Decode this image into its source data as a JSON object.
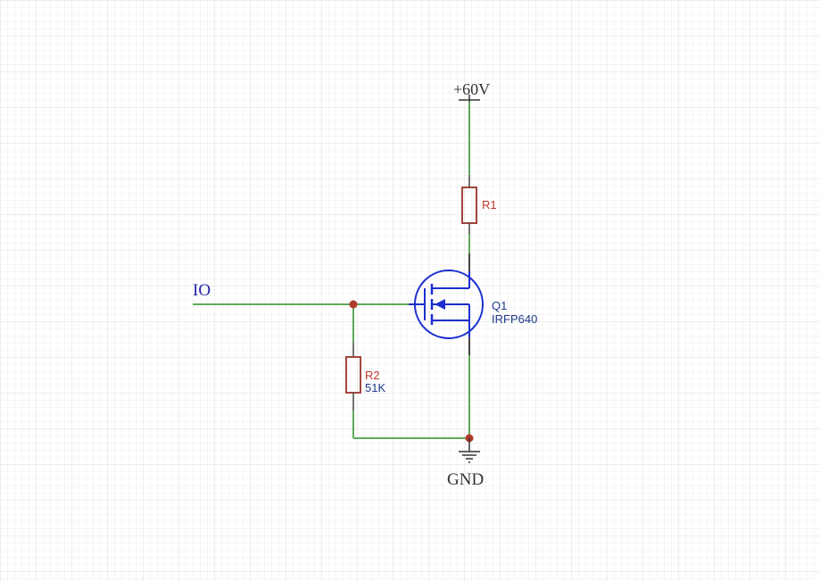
{
  "schematic": {
    "power": {
      "label": "+60V"
    },
    "ground": {
      "label": "GND"
    },
    "net_io": {
      "label": "IO"
    },
    "r1": {
      "designator": "R1"
    },
    "r2": {
      "designator": "R2",
      "value": "51K"
    },
    "q1": {
      "designator": "Q1",
      "part": "IRFP640"
    }
  },
  "colors": {
    "wire": "#5fa85a",
    "resistor": "#a2453c",
    "designator": "#c0392b",
    "value_text": "#1d3a8c",
    "mosfet": "#1b2fd0",
    "junction": "#b23a2a",
    "pin": "#444444",
    "net_label": "#2222aa",
    "grid_minor": "#ececec",
    "grid_major": "#dcdcdc"
  }
}
